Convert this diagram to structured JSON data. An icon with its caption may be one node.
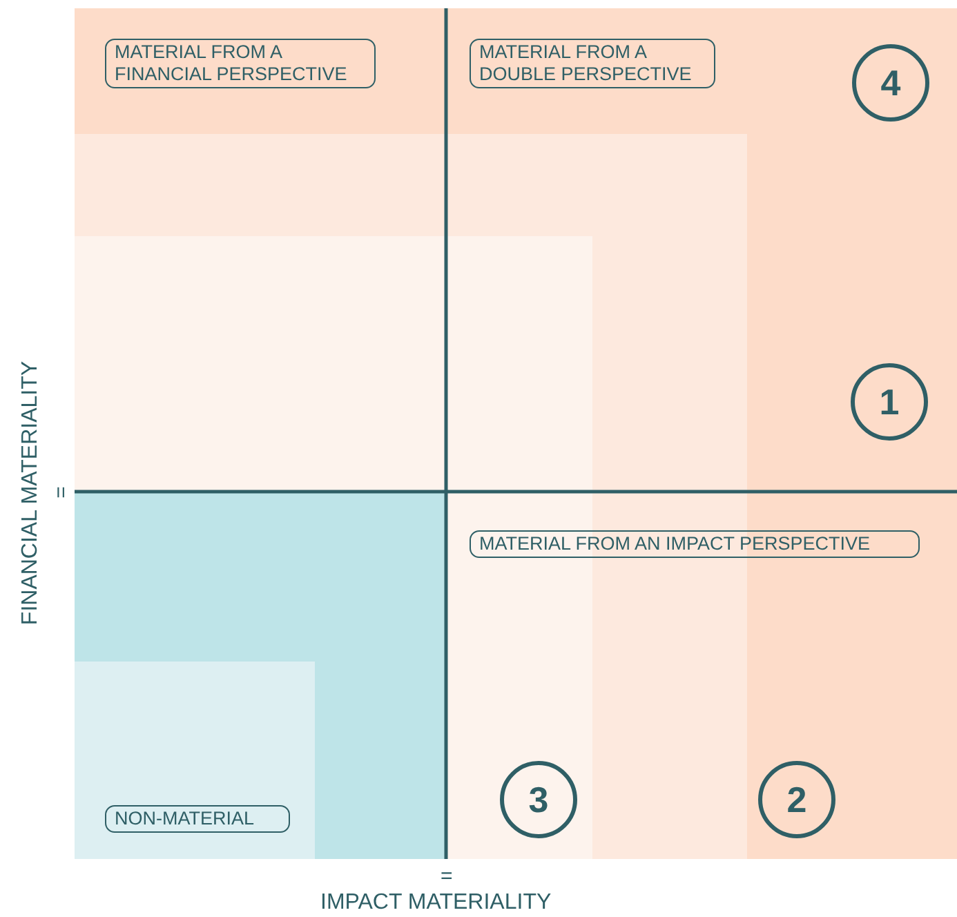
{
  "diagram": {
    "nodes": [
      {
        "text": [
          "MATERIAL FROM A FINANCIAL PERSPECTIVE"
        ]
      },
      {
        "text": [
          "MATERIAL FROM A DOUBLE PERSPECTIVE"
        ]
      },
      {
        "text": [
          "4"
        ]
      },
      {
        "text": [
          "1"
        ]
      },
      {
        "text": [
          "MATERIAL FROM AN IMPACT PERSPECTIVE"
        ]
      },
      {
        "text": [
          "3"
        ]
      },
      {
        "text": [
          "2"
        ]
      },
      {
        "text": [
          "NON-MATERIAL"
        ]
      }
    ],
    "labels": [
      "FINANCIAL MATERIALITY",
      "=",
      "=",
      "IMPACT MATERIALITY"
    ]
  }
}
